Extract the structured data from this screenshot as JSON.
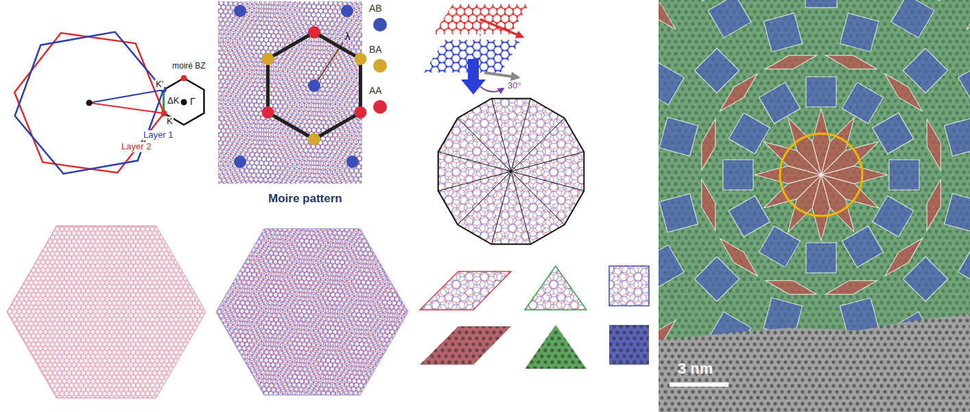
{
  "diagram": {
    "labels": [
      "moiré BZ",
      "K'",
      "ΔK",
      "Γ",
      "K",
      "Layer 1",
      "Layer 2",
      "λ",
      "Moire pattern",
      "30°",
      "3 nm"
    ],
    "legend": [
      {
        "text": "AB",
        "color": "#3c4fb8"
      },
      {
        "text": "BA",
        "color": "#d4a72c"
      },
      {
        "text": "AA",
        "color": "#e0283c"
      }
    ]
  }
}
